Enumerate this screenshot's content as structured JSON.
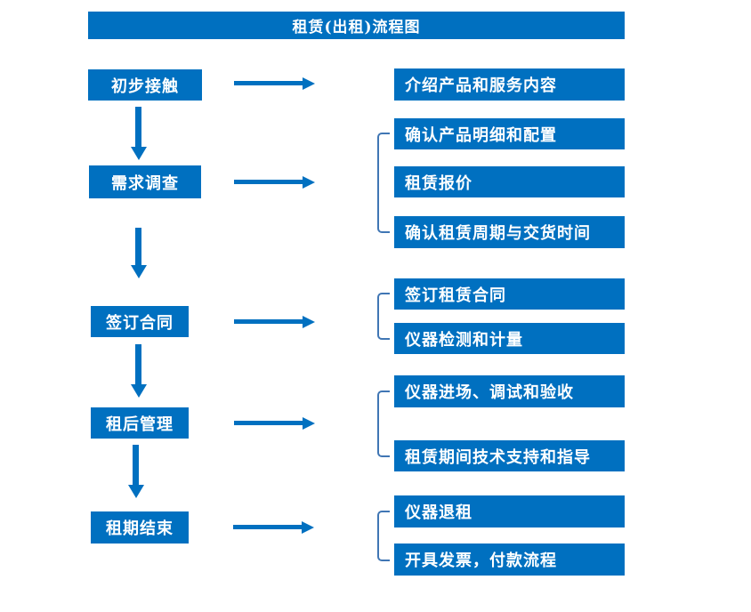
{
  "flow": {
    "title": "租赁(出租)流程图",
    "steps": [
      {
        "label": "初步接触",
        "details": [
          "介绍产品和服务内容"
        ]
      },
      {
        "label": "需求调查",
        "details": [
          "确认产品明细和配置",
          "租赁报价",
          "确认租赁周期与交货时间"
        ]
      },
      {
        "label": "签订合同",
        "details": [
          "签订租赁合同",
          "仪器检测和计量"
        ]
      },
      {
        "label": "租后管理",
        "details": [
          "仪器进场、调试和验收",
          "租赁期间技术支持和指导"
        ]
      },
      {
        "label": "租期结束",
        "details": [
          "仪器退租",
          "开具发票，付款流程"
        ]
      }
    ]
  },
  "colors": {
    "primary_blue": "#0070C0",
    "bracket_blue": "#4076B4",
    "text_white": "#FFFFFF",
    "background": "#FFFFFF"
  }
}
